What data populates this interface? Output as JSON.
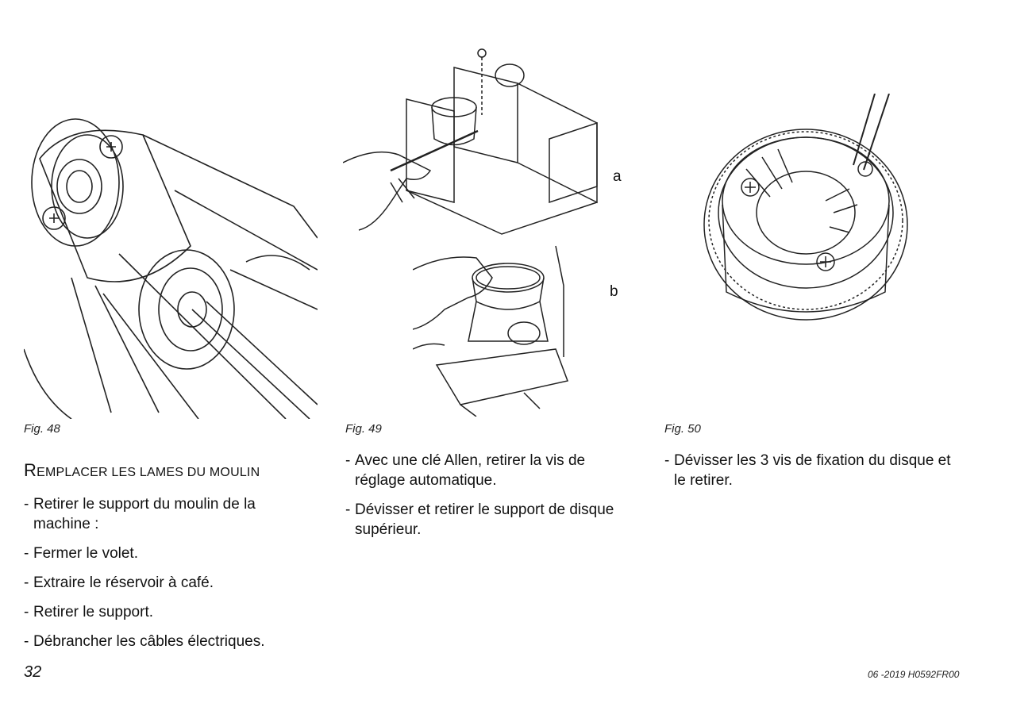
{
  "figures": [
    {
      "caption": "Fig. 48"
    },
    {
      "caption": "Fig. 49",
      "sublabels": [
        "a",
        "b"
      ]
    },
    {
      "caption": "Fig. 50"
    }
  ],
  "section": {
    "heading_first_letter": "R",
    "heading_rest": "emplacer les lames du moulin",
    "steps": [
      "Retirer le support du moulin de la machine :",
      "Fermer le volet.",
      "Extraire le réservoir à café.",
      "Retirer le support.",
      "Débrancher les câbles électriques."
    ]
  },
  "column2": {
    "steps": [
      "Avec une clé Allen, retirer la vis de réglage automatique.",
      "Dévisser et retirer le support de disque supérieur."
    ]
  },
  "column3": {
    "steps": [
      "Dévisser les 3 vis de fixation du disque et le retirer."
    ]
  },
  "footer": {
    "page_number": "32",
    "doc_code": "06 -2019 H0592FR00"
  }
}
